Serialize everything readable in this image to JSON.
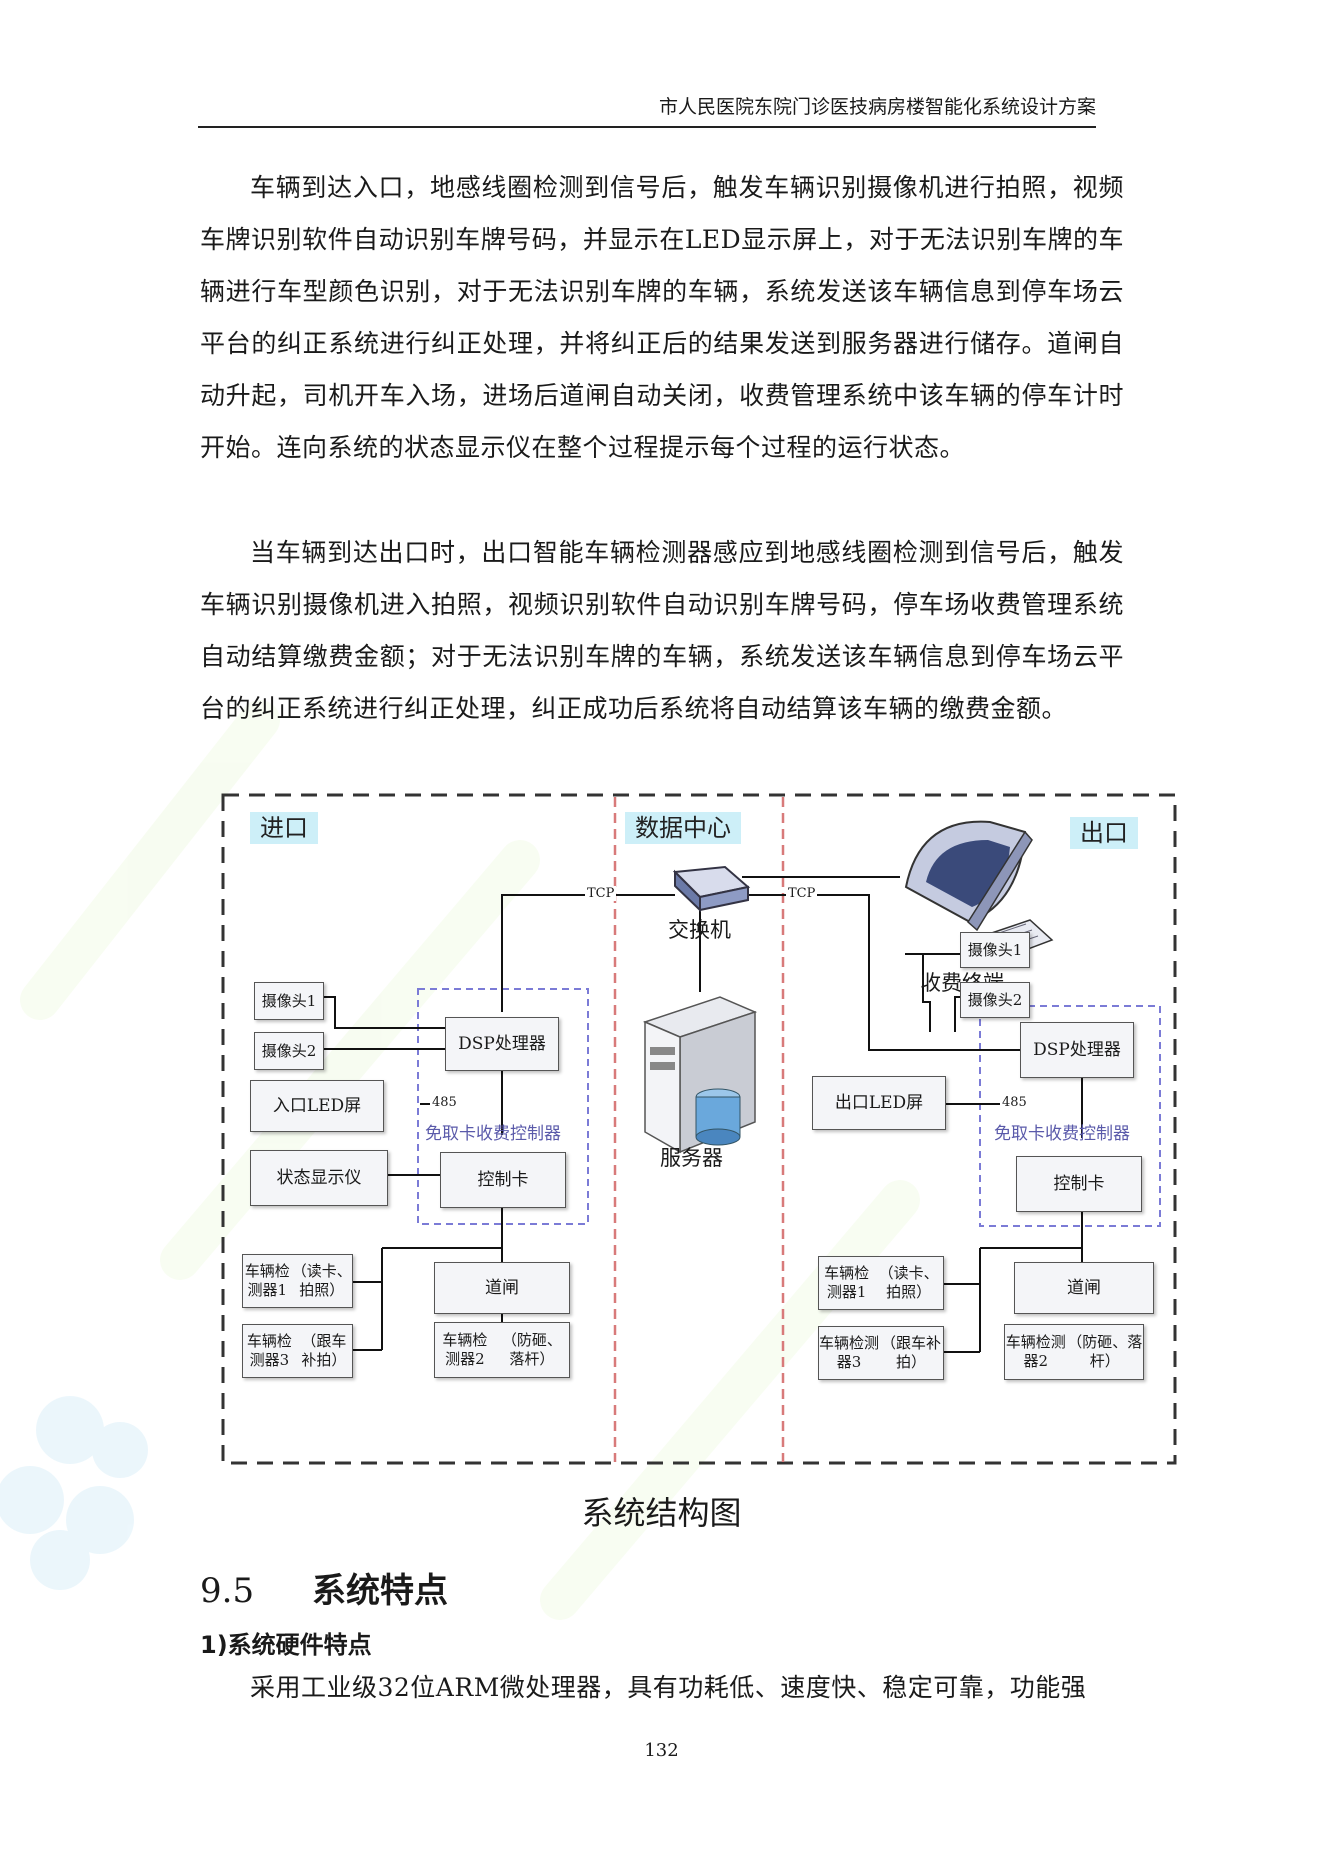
{
  "header": {
    "title": "市人民医院东院门诊医技病房楼智能化系统设计方案"
  },
  "body": {
    "para1": "车辆到达入口，地感线圈检测到信号后，触发车辆识别摄像机进行拍照，视频车牌识别软件自动识别车牌号码，并显示在LED显示屏上，对于无法识别车牌的车辆进行车型颜色识别，对于无法识别车牌的车辆，系统发送该车辆信息到停车场云平台的纠正系统进行纠正处理，并将纠正后的结果发送到服务器进行储存。道闸自动升起，司机开车入场，进场后道闸自动关闭，收费管理系统中该车辆的停车计时开始。连向系统的状态显示仪在整个过程提示每个过程的运行状态。",
    "para2": "当车辆到达出口时，出口智能车辆检测器感应到地感线圈检测到信号后，触发车辆识别摄像机进入拍照，视频识别软件自动识别车牌号码，停车场收费管理系统自动结算缴费金额；对于无法识别车牌的车辆，系统发送该车辆信息到停车场云平台的纠正系统进行纠正处理，纠正成功后系统将自动结算该车辆的缴费金额。",
    "para3": "采用工业级32位ARM微处理器，具有功耗低、速度快、稳定可靠，功能强"
  },
  "diagram": {
    "zones": {
      "entry": "进口",
      "datacenter": "数据中心",
      "exit": "出口"
    },
    "switch": "交换机",
    "server": "服务器",
    "terminal": "收费终端",
    "tcp": "TCP",
    "rs485": "485",
    "entry": {
      "cam1": "摄像头1",
      "cam2": "摄像头2",
      "dsp": "DSP处理器",
      "led": "入口LED屏",
      "controller": "免取卡收费控制器",
      "status": "状态显示仪",
      "card": "控制卡",
      "det1a": "车辆检测器1",
      "det1b": "（读卡、拍照）",
      "gate": "道闸",
      "det3a": "车辆检测器3",
      "det3b": "（跟车补拍）",
      "det2a": "车辆检测器2",
      "det2b": "（防砸、落杆）"
    },
    "exit": {
      "cam1": "摄像头1",
      "cam2": "摄像头2",
      "dsp": "DSP处理器",
      "led": "出口LED屏",
      "controller": "免取卡收费控制器",
      "card": "控制卡",
      "det1a": "车辆检测器1",
      "det1b": "（读卡、拍照）",
      "gate": "道闸",
      "det3a": "车辆检测器3",
      "det3b": "（跟车补拍）",
      "det2a": "车辆检测器2",
      "det2b": "（防砸、落杆）"
    },
    "caption": "系统结构图"
  },
  "section": {
    "number": "9.5",
    "title": "系统特点"
  },
  "subsection": {
    "title": "1)系统硬件特点"
  },
  "page_number": "132",
  "colors": {
    "zone_label_bg": "#cdeff8",
    "controller_dash": "#7b7bd6",
    "divider": "#d87a7a"
  }
}
